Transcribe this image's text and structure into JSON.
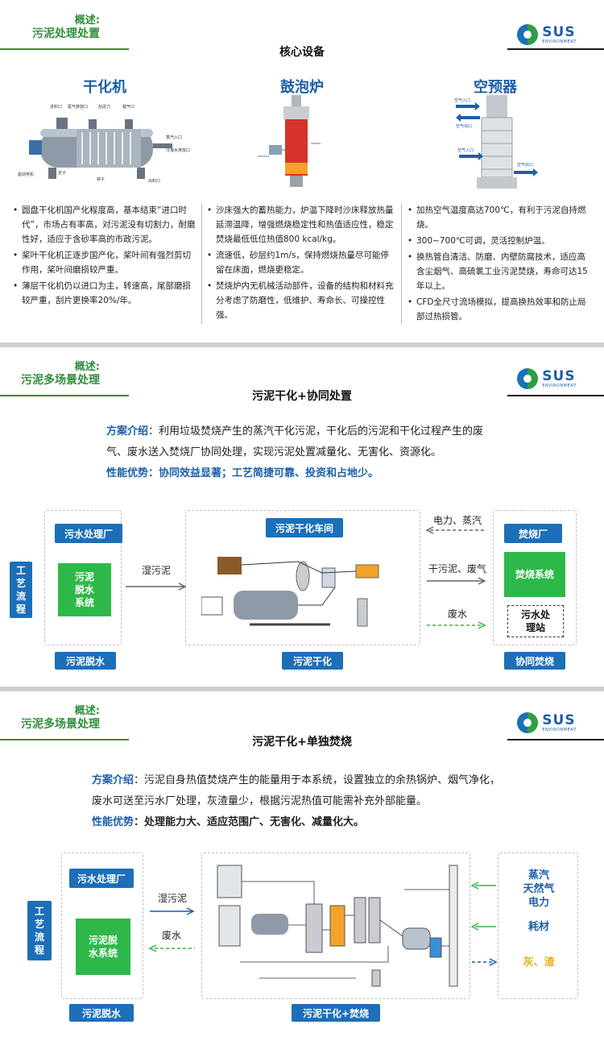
{
  "brand": {
    "name": "SUS",
    "tagline": "ENVIRONMENT"
  },
  "slide1": {
    "header_l1": "概述:",
    "header_l2": "污泥处理处置",
    "subtitle": "核心设备",
    "equipment": [
      {
        "title": "干化机",
        "bullets": [
          "圆盘干化机国产化程度高，基本结束“进口时代”，市场占有率高，对污泥没有切割力，耐磨性好，适应于含砂率高的市政污泥。",
          "桨叶干化机正逐步国产化，桨叶间有强烈剪切作用，桨叶间磨损较严重。",
          "薄层干化机仍以进口为主，转速高，尾部磨损较严重，刮片更换率20%/年。"
        ]
      },
      {
        "title": "鼓泡炉",
        "bullets": [
          "沙床强大的蓄热能力，炉温下降时沙床释放热量延滞温降，增强燃烧稳定性和热值适应性，稳定焚烧最低低位热值800 kcal/kg。",
          "流速低，砂层约1m/s，保持燃烧热量尽可能停留在床面，燃烧更稳定。",
          "焚烧炉内无机械活动部件，设备的结构和材料充分考虑了防磨性，低维护、寿命长、可操控性强。"
        ]
      },
      {
        "title": "空预器",
        "bullets": [
          "加热空气温度高达700℃，有利于污泥自持燃烧。",
          "300~700℃可调，灵活控制炉温。",
          "换热管自清洁、防磨、内壁防腐技术，适应高含尘烟气、高硫氯工业污泥焚烧，寿命可达15年以上。",
          "CFD全尺寸流场模拟，提高换热效率和防止局部过热损管。"
        ]
      }
    ],
    "dryer_labels": [
      "进料口",
      "尾气排放口",
      "刮泥刀",
      "载气口",
      "蒸汽入口",
      "冷凝水排放口",
      "驱动电机",
      "定子",
      "转子",
      "出料口"
    ],
    "preheater_labels": [
      "空气入口",
      "空气出口",
      "空气入口",
      "空气出口"
    ]
  },
  "slide2": {
    "header_l1": "概述:",
    "header_l2": "污泥多场景处理",
    "subtitle": "污泥干化+协同处置",
    "intro_k1": "方案介绍",
    "intro_t1": "：利用垃圾焚烧产生的蒸汽干化污泥，干化后的污泥和干化过程产生的废气、废水送入焚烧厂协同处理，实现污泥处置减量化、无害化、资源化。",
    "intro_k2": "性能优势",
    "intro_t2": "：协同效益显著；工艺简捷可靠、投资和占地少。",
    "flow_label": "工艺流程",
    "left_top": "污水处理厂",
    "left_green": "污泥脱水系统",
    "left_bottom": "污泥脱水",
    "arrow1": "湿污泥",
    "mid_top": "污泥干化车间",
    "mid_bottom": "污泥干化",
    "arrow_in": "电力、蒸汽",
    "arrow_out1": "干污泥、废气",
    "arrow_out2": "废水",
    "right_top": "焚烧厂",
    "right_green": "焚烧系统",
    "right_dash": "污水处理站",
    "right_bottom": "协同焚烧"
  },
  "slide3": {
    "header_l1": "概述:",
    "header_l2": "污泥多场景处理",
    "subtitle": "污泥干化+单独焚烧",
    "intro_k1": "方案介绍",
    "intro_t1": "：污泥自身热值焚烧产生的能量用于本系统，设置独立的余热锅炉、烟气净化，废水可送至污水厂处理，灰渣量少，根据污泥热值可能需补充外部能量。",
    "intro_k2": "性能优势",
    "intro_t2": "：处理能力大、适应范围广、无害化、减量化大。",
    "flow_label": "工艺流程",
    "left_top": "污水处理厂",
    "left_green": "污泥脱水系统",
    "left_bottom": "污泥脱水",
    "arrow1": "湿污泥",
    "arrow2": "废水",
    "mid_bottom": "污泥干化+焚烧",
    "right_items": [
      "蒸汽",
      "天然气",
      "电力"
    ],
    "right_item2": "耗材",
    "right_item3": "灰、渣"
  }
}
